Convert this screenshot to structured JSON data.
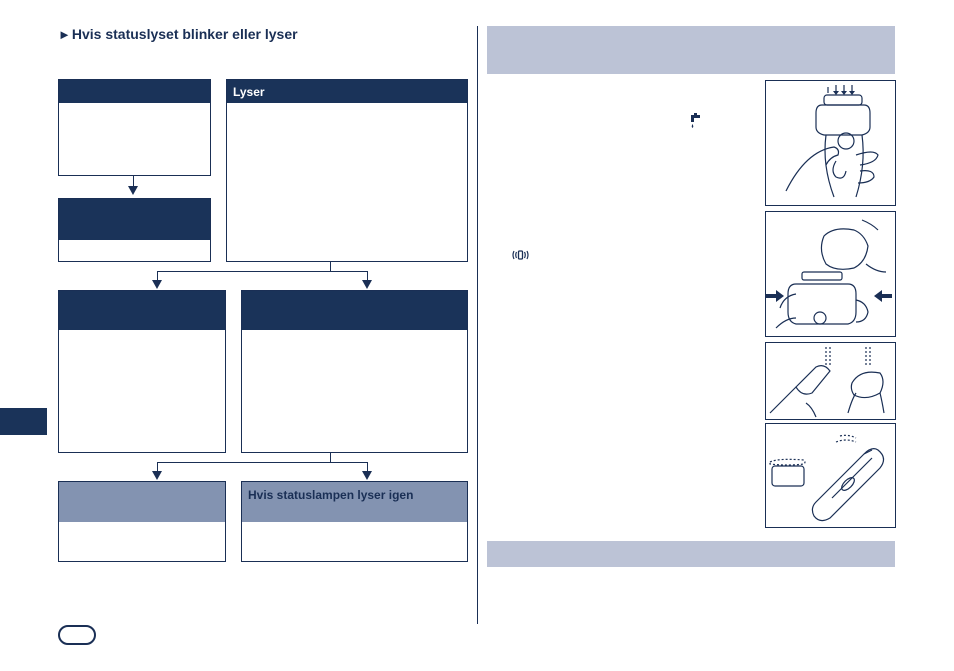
{
  "left": {
    "heading": {
      "marker": "►",
      "text": "Hvis statuslyset blinker eller lyser"
    },
    "box_lyser": {
      "header": "Lyser"
    },
    "box_lamp_again": {
      "header": "Hvis statuslampen lyser igen"
    }
  },
  "icons": {
    "faucet": "faucet-icon",
    "vibration": "vibration-icon"
  },
  "colors": {
    "dark_header": "#1a3359",
    "mid_header": "#8393b1",
    "band": "#bcc3d6",
    "ink": "#1a2f55"
  }
}
